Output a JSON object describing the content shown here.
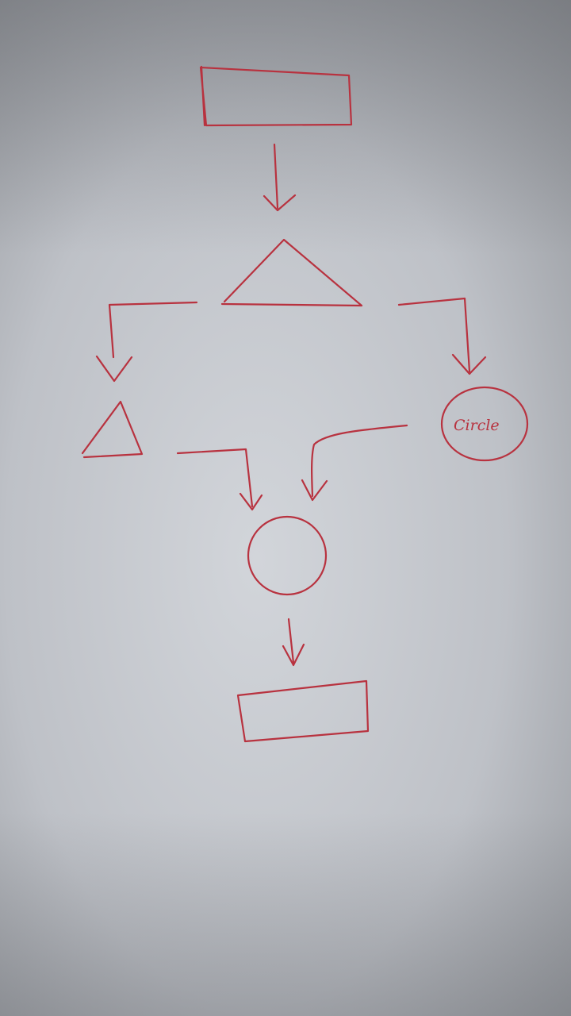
{
  "colors": {
    "ink": "#b8323f",
    "paper_light": "#d4d7dc",
    "paper_mid": "#b9bcc3",
    "paper_dark": "#8d9095"
  },
  "diagram": {
    "type": "hand-drawn flowchart",
    "nodes": [
      {
        "id": "top-rectangle",
        "shape": "rectangle",
        "label": ""
      },
      {
        "id": "large-triangle",
        "shape": "triangle",
        "label": ""
      },
      {
        "id": "small-triangle",
        "shape": "triangle",
        "label": ""
      },
      {
        "id": "labeled-circle",
        "shape": "circle",
        "label": "Circle"
      },
      {
        "id": "center-circle",
        "shape": "circle",
        "label": ""
      },
      {
        "id": "bottom-rectangle",
        "shape": "rectangle",
        "label": ""
      }
    ],
    "edges": [
      {
        "from": "top-rectangle",
        "to": "large-triangle"
      },
      {
        "from": "large-triangle",
        "to": "small-triangle"
      },
      {
        "from": "large-triangle",
        "to": "labeled-circle"
      },
      {
        "from": "small-triangle",
        "to": "center-circle"
      },
      {
        "from": "labeled-circle",
        "to": "center-circle"
      },
      {
        "from": "center-circle",
        "to": "bottom-rectangle"
      }
    ]
  }
}
